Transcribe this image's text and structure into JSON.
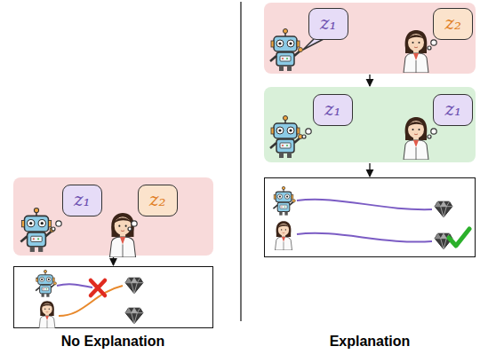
{
  "diagram": {
    "nodes": [
      {
        "text": []
      },
      {
        "text": [
          "z₁"
        ],
        "in": 0
      },
      {
        "text": [
          "z₂"
        ],
        "in": 0
      },
      {
        "text": []
      },
      {
        "text": []
      },
      {
        "text": [
          "z₁"
        ],
        "in": 4
      },
      {
        "text": [
          "z₂"
        ],
        "in": 4
      },
      {
        "text": []
      },
      {
        "text": [
          "z₁"
        ],
        "in": 7
      },
      {
        "text": [
          "z₁"
        ],
        "in": 7
      },
      {
        "text": []
      }
    ],
    "edges": [
      {
        "from": 0,
        "to": 3,
        "arrow": "to"
      },
      {
        "from": 4,
        "to": 7,
        "arrow": "to"
      },
      {
        "from": 7,
        "to": 10,
        "arrow": "to"
      }
    ],
    "labels": [
      "No Explanation",
      "Explanation"
    ]
  }
}
